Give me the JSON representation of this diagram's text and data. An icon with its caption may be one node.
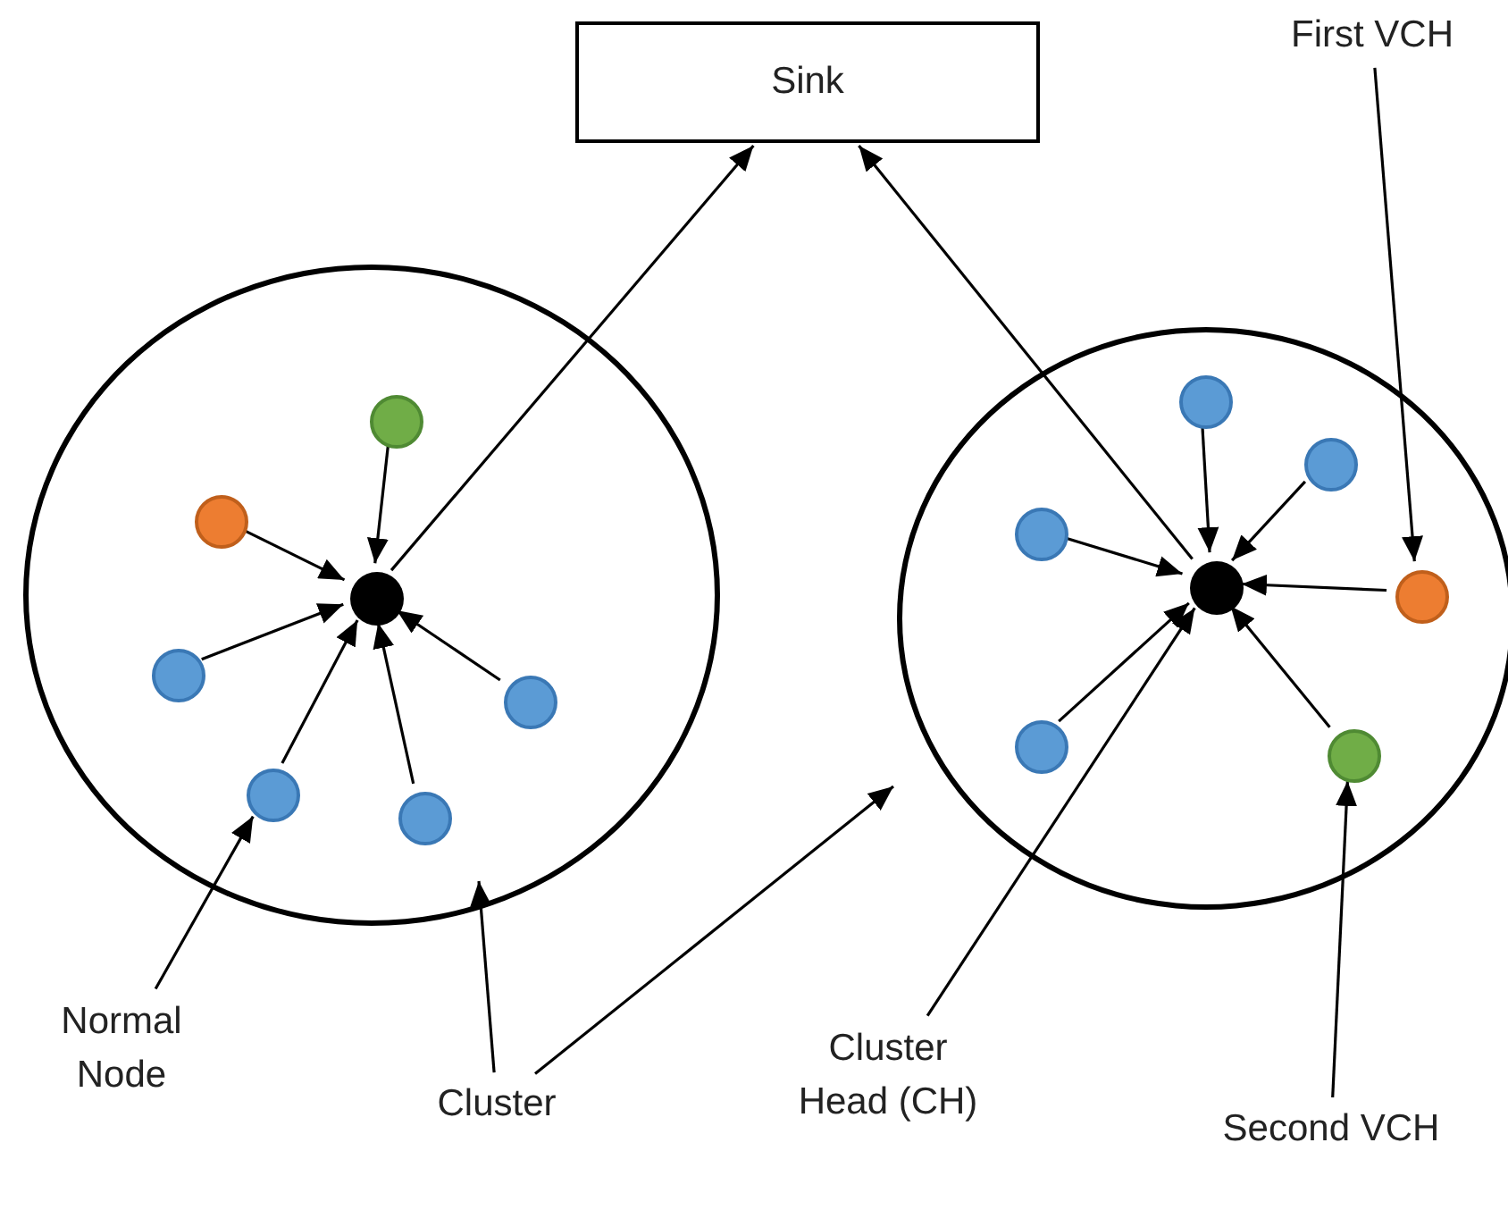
{
  "diagram": {
    "nodes": [
      {
        "text": [
          "Sink"
        ]
      },
      {
        "text": [
          "First VCH"
        ]
      },
      {
        "text": [],
        "shape": "circle"
      },
      {
        "text": [],
        "shape": "circle",
        "in": 2
      },
      {
        "text": [],
        "shape": "circle",
        "in": 2
      },
      {
        "text": [],
        "shape": "circle",
        "in": 2
      },
      {
        "text": [],
        "shape": "circle",
        "in": 2
      },
      {
        "text": [],
        "shape": "circle",
        "in": 2
      },
      {
        "text": [],
        "shape": "circle",
        "in": 2
      },
      {
        "text": [],
        "shape": "circle",
        "in": 2
      },
      {
        "text": [],
        "shape": "circle"
      },
      {
        "text": [],
        "shape": "circle",
        "in": 10
      },
      {
        "text": [],
        "shape": "circle",
        "in": 10
      },
      {
        "text": [],
        "shape": "circle",
        "in": 10
      },
      {
        "text": [],
        "shape": "circle",
        "in": 10
      },
      {
        "text": [],
        "shape": "circle",
        "in": 10
      },
      {
        "text": [],
        "shape": "circle",
        "in": 10
      },
      {
        "text": [],
        "shape": "circle",
        "in": 10
      },
      {
        "text": [
          "Normal Node"
        ]
      },
      {
        "text": [
          "Cluster"
        ]
      },
      {
        "text": [
          "Cluster Head (CH)"
        ]
      },
      {
        "text": [
          "Second VCH"
        ]
      }
    ],
    "edges": [
      {
        "from": 4,
        "to": 3,
        "arrow": "to"
      },
      {
        "from": 5,
        "to": 3,
        "arrow": "to"
      },
      {
        "from": 6,
        "to": 3,
        "arrow": "to"
      },
      {
        "from": 7,
        "to": 3,
        "arrow": "to"
      },
      {
        "from": 8,
        "to": 3,
        "arrow": "to"
      },
      {
        "from": 9,
        "to": 3,
        "arrow": "to"
      },
      {
        "from": 3,
        "to": 0,
        "arrow": "to"
      },
      {
        "from": 12,
        "to": 11,
        "arrow": "to"
      },
      {
        "from": 13,
        "to": 11,
        "arrow": "to"
      },
      {
        "from": 14,
        "to": 11,
        "arrow": "to"
      },
      {
        "from": 15,
        "to": 11,
        "arrow": "to"
      },
      {
        "from": 16,
        "to": 11,
        "arrow": "to"
      },
      {
        "from": 17,
        "to": 11,
        "arrow": "to"
      },
      {
        "from": 11,
        "to": 0,
        "arrow": "to"
      },
      {
        "from": 1,
        "to": 15,
        "arrow": "to"
      },
      {
        "from": 18,
        "to": 8,
        "arrow": "to"
      },
      {
        "from": 19,
        "to": 2,
        "arrow": "to"
      },
      {
        "from": 19,
        "to": 10,
        "arrow": "to"
      },
      {
        "from": 20,
        "to": 11,
        "arrow": "to"
      },
      {
        "from": 21,
        "to": 17,
        "arrow": "to"
      }
    ]
  }
}
